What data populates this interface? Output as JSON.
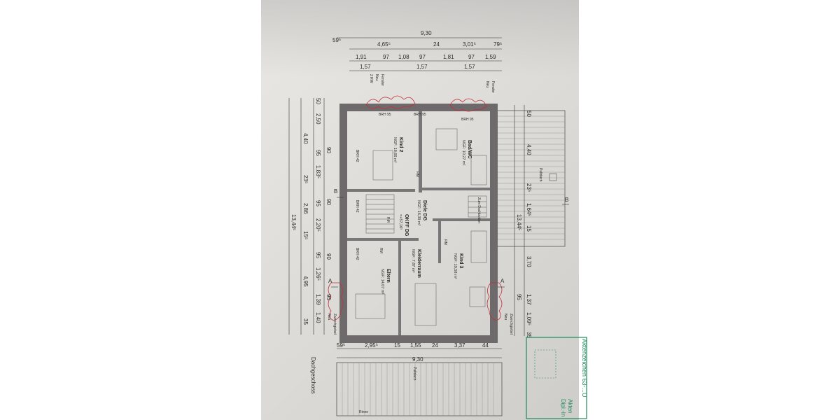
{
  "plan": {
    "top_dims": {
      "row1": [
        "59⁵",
        "9,30"
      ],
      "row2": [
        "4,65⁵",
        "24",
        "3,01⁵",
        "79⁵"
      ],
      "row3": [
        "1,91",
        "97",
        "1,08",
        "97",
        "1,81",
        "97",
        "1,59"
      ],
      "row4": [
        "1,57",
        "1,57",
        "1,57"
      ]
    },
    "left_dims": {
      "outer": "13,44⁵",
      "mid": [
        "4,40",
        "23⁵",
        "2,86",
        "15⁵",
        "4,95",
        "35"
      ],
      "inner": [
        "50",
        "2,50",
        "95",
        "1,83⁵",
        "95",
        "2,20⁵",
        "95",
        "1,26⁵",
        "1,39",
        "1,40"
      ],
      "inner2": [
        "90",
        "90",
        "90",
        "95"
      ]
    },
    "right_dims": {
      "outer": "13,44⁵",
      "mid": [
        "4,40",
        "23⁵",
        "1,64⁵",
        "15",
        "3,70",
        "1,37",
        "1,09⁵",
        "35",
        "95"
      ],
      "top": "50"
    },
    "bottom_dims": {
      "row1": [
        "59⁵",
        "2,95⁵",
        "15",
        "1,55",
        "24",
        "3,37",
        "44"
      ],
      "row2": "9,30"
    },
    "rooms": {
      "kind2": {
        "name": "Kind 2",
        "area": "NGF: 18,66 m²"
      },
      "badwc": {
        "name": "Bad/WC",
        "area": "NGF: 10,27 m²"
      },
      "diele": {
        "name": "Diele DG",
        "area": "NGF: 16,39 m²"
      },
      "okff": {
        "name": "OKFF DG",
        "value": "=+57,16⁵"
      },
      "kind3": {
        "name": "Kind 3",
        "area": "NGF: 19,58 m²"
      },
      "kleider": {
        "name": "Kleiderraum",
        "area": "NGF: 7,87 m²"
      },
      "eltern": {
        "name": "Eltern",
        "area": "NGF: 14,07 m²"
      }
    },
    "labels": {
      "fenster_left": "Fenster",
      "neu_left": "Neu",
      "rw": "2 RW",
      "fenster_right": "Fenster",
      "neu_right": "Neu",
      "pultdach_top": "Pultdach",
      "pultdach_bottom": "Pultdach",
      "zwerchgiebel_left": "Zwerchgiebel",
      "zwerchgiebel_left_neu": "Neu",
      "zwerchgiebel_right": "Zwerchgiebel",
      "zwerchgiebel_right_neu": "Neu",
      "zum_dachboden": "Zum Dachboden",
      "rinne": "Rinne",
      "dachgeschoss": "Dachgeschoss",
      "brh95a": "BRH 95",
      "brh95b": "BRH 95",
      "brh95c": "BRH 95",
      "brh42a": "BRH 42",
      "brh42b": "BRH 42",
      "brh42c": "BRH 42",
      "rm1": "RM",
      "rm2": "RM",
      "rm3": "RM",
      "rm4": "RM",
      "b_left": "B",
      "b_right": "B",
      "a_left": "A",
      "a_right": "A"
    },
    "stamp": {
      "line1": "Aktenzeichen 63-...U",
      "line2": "Akten",
      "line3": "Dipl.-In"
    }
  }
}
